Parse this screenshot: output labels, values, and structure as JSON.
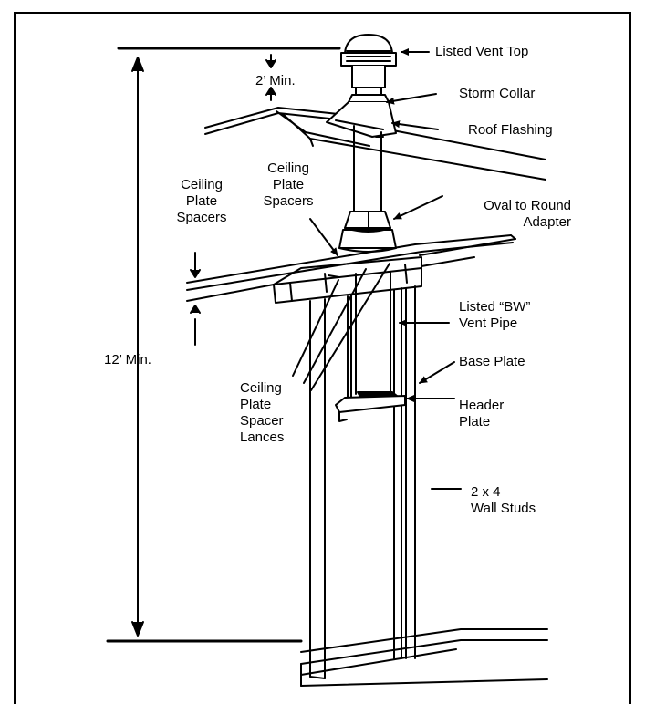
{
  "labels": {
    "vent_top": "Listed Vent Top",
    "two_min": "2’ Min.",
    "storm_collar": "Storm Collar",
    "roof_flashing": "Roof Flashing",
    "ceiling_spacers_left": [
      "Ceiling",
      "Plate",
      "Spacers"
    ],
    "ceiling_spacers_mid": [
      "Ceiling",
      "Plate",
      "Spacers"
    ],
    "oval_adapter": [
      "Oval to Round",
      "Adapter"
    ],
    "bw_vent_pipe": [
      "Listed “BW”",
      "Vent Pipe"
    ],
    "twelve_min": "12’ Min.",
    "base_plate": "Base Plate",
    "header_plate": [
      "Header",
      "Plate"
    ],
    "lances": [
      "Ceiling",
      "Plate",
      "Spacer",
      "Lances"
    ],
    "wall_studs": [
      "2 x 4",
      "Wall Studs"
    ]
  },
  "colors": {
    "ink": "#000000",
    "background": "#ffffff"
  }
}
